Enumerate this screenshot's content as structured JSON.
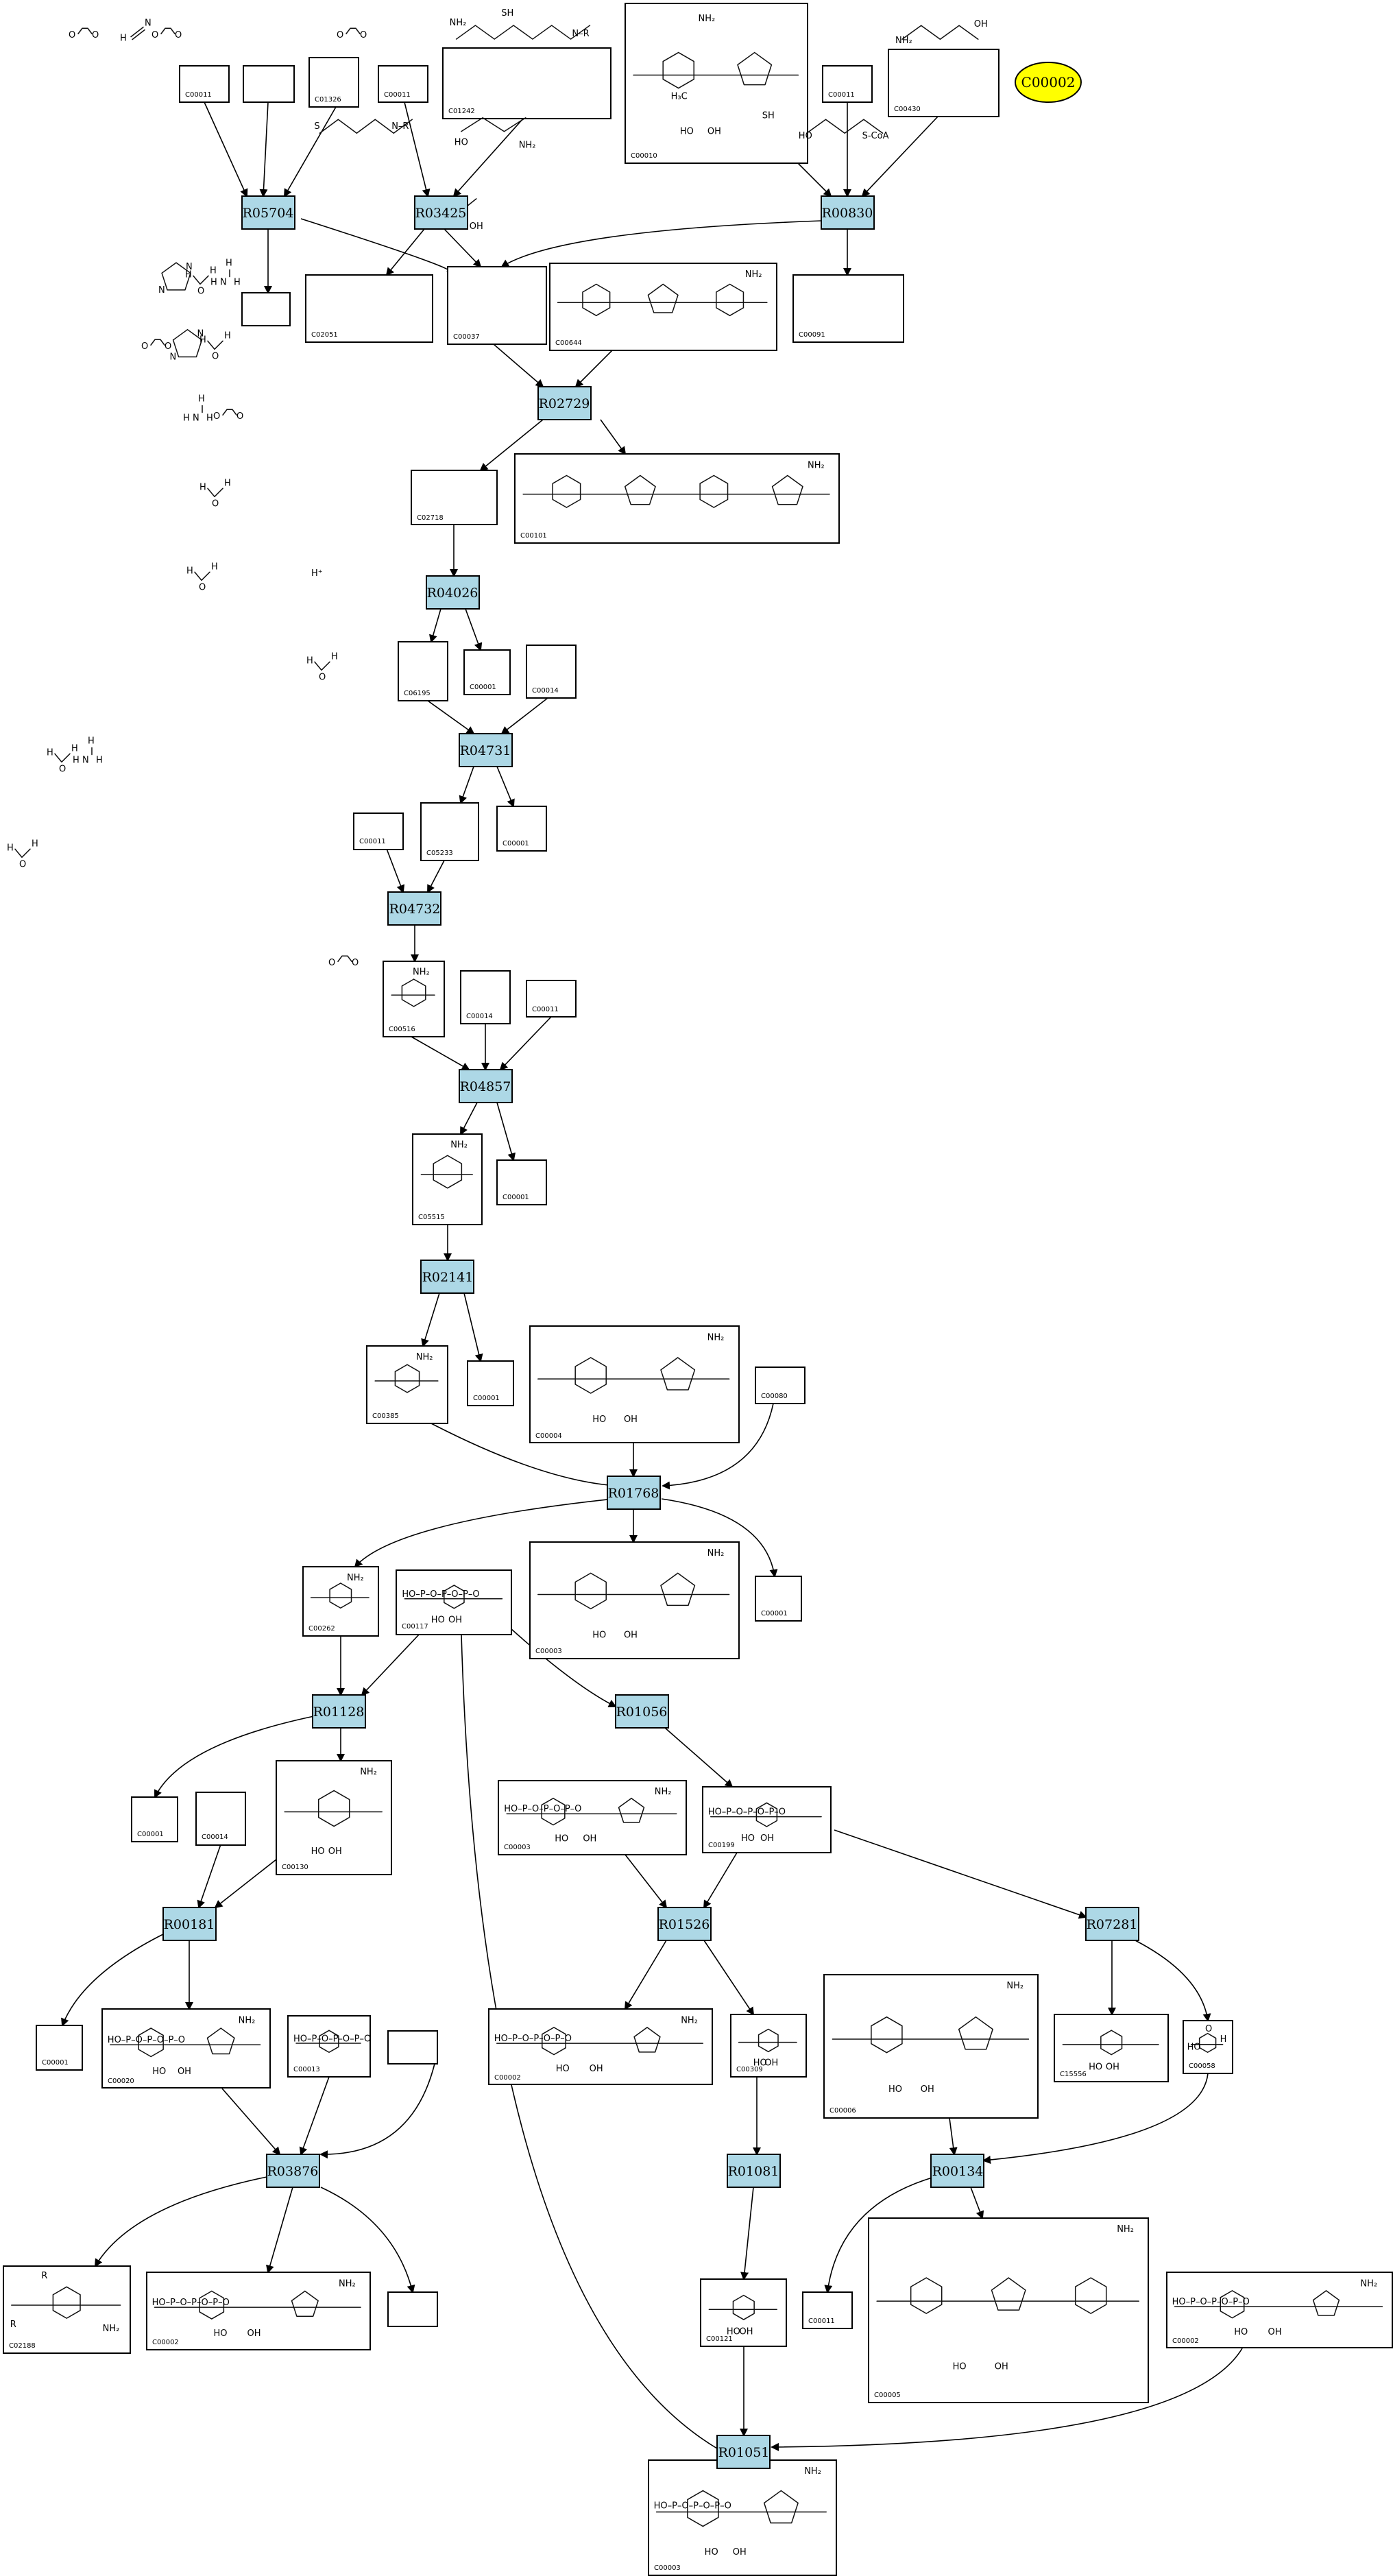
{
  "reactions": [
    "R05704",
    "R03425",
    "R00830",
    "R02729",
    "R04026",
    "R04731",
    "R04732",
    "R04857",
    "R02141",
    "R01768",
    "R01128",
    "R01056",
    "R00181",
    "R01526",
    "R07281",
    "R03876",
    "R01081",
    "R00134",
    "R01051"
  ],
  "compounds": [
    "C00011",
    "C01326",
    "C00011",
    "C01242",
    "C00010",
    "C00011",
    "C00430",
    "C02051",
    "C00037",
    "C00644",
    "C00091",
    "C02718",
    "C00101",
    "C06195",
    "C00001",
    "C00014",
    "C05233",
    "C00011",
    "C00001",
    "C00516",
    "C00014",
    "C00011",
    "C05515",
    "C00001",
    "C00385",
    "C00001",
    "C00004",
    "C00080",
    "C00262",
    "C00117",
    "C00003",
    "C00001",
    "C00001",
    "C00014",
    "C00130",
    "C00003",
    "C00199",
    "C00001",
    "C00020",
    "C00013",
    "C00002",
    "C00309",
    "C00006",
    "C15556",
    "C00058",
    "C02188",
    "C00002",
    "C00011",
    "C00121",
    "C00005",
    "C00002",
    "C00003"
  ],
  "highlight": {
    "label": "C00002",
    "color": "#ffff00"
  },
  "colors": {
    "reaction_fill": "#add8e6",
    "node_stroke": "#000000"
  },
  "structure_text": {
    "nh2": "NH₂",
    "oh": "OH",
    "ho": "HO",
    "h": "H",
    "hn": "HN",
    "nh": "NH",
    "n": "N",
    "o": "O",
    "sh": "SH",
    "s": "S",
    "scoa": "S-CoA",
    "r": "R",
    "hplus": "H⁺",
    "p": "P",
    "h3c": "H₃C",
    "nr": "N–R",
    "hoppp": "HO–P–O–P–O–P–O"
  }
}
